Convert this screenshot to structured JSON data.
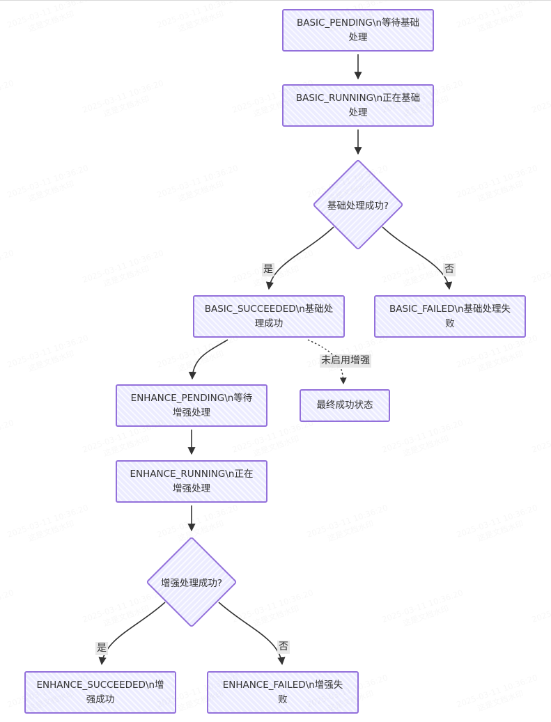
{
  "watermark": {
    "line1": "2025-03-11 10:36:20",
    "line2": "这是文档水印"
  },
  "colors": {
    "node_fill": "#ececff",
    "node_border": "#9370db",
    "edge_line": "#333333",
    "edge_label_bg": "#e8e8e8",
    "text": "#333333",
    "top_divider": "#d9d9d9"
  },
  "nodes": {
    "basic_pending": {
      "lines": [
        "BASIC_PENDING\\n等待基础",
        "处理"
      ]
    },
    "basic_running": {
      "lines": [
        "BASIC_RUNNING\\n正在基础",
        "处理"
      ]
    },
    "decision_basic": {
      "lines": [
        "基础处理成功?"
      ]
    },
    "basic_succeeded": {
      "lines": [
        "BASIC_SUCCEEDED\\n基础处",
        "理成功"
      ]
    },
    "basic_failed": {
      "lines": [
        "BASIC_FAILED\\n基础处理失",
        "败"
      ]
    },
    "enhance_pending": {
      "lines": [
        "ENHANCE_PENDING\\n等待",
        "增强处理"
      ]
    },
    "final_success": {
      "lines": [
        "最终成功状态"
      ]
    },
    "enhance_running": {
      "lines": [
        "ENHANCE_RUNNING\\n正在",
        "增强处理"
      ]
    },
    "decision_enhance": {
      "lines": [
        "增强处理成功?"
      ]
    },
    "enhance_succeeded": {
      "lines": [
        "ENHANCE_SUCCEEDED\\n增",
        "强成功"
      ]
    },
    "enhance_failed": {
      "lines": [
        "ENHANCE_FAILED\\n增强失",
        "败"
      ]
    }
  },
  "edge_labels": {
    "basic_yes": "是",
    "basic_no": "否",
    "skip_enhance": "未启用增强",
    "enhance_yes": "是",
    "enhance_no": "否"
  }
}
